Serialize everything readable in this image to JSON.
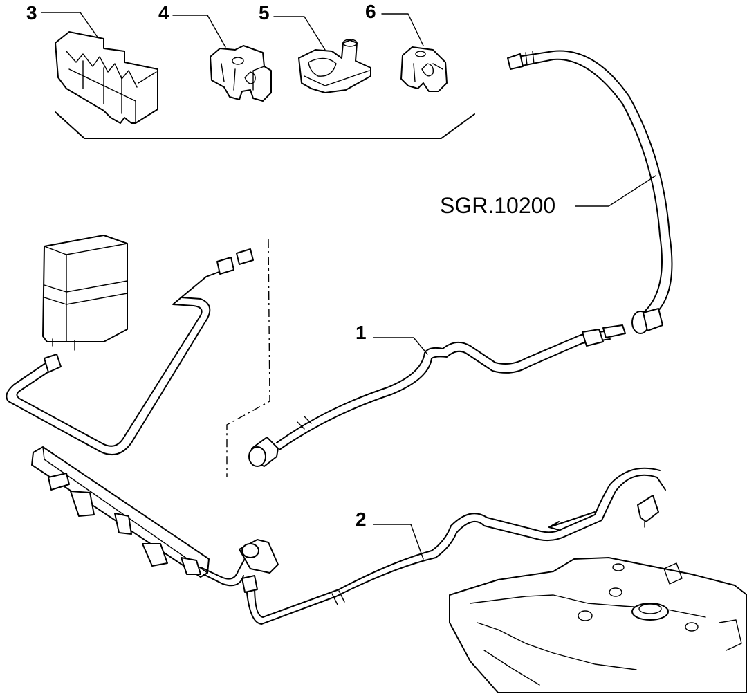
{
  "callouts": {
    "c3": "3",
    "c4": "4",
    "c5": "5",
    "c6": "6",
    "c1": "1",
    "c2": "2"
  },
  "reference": {
    "label": "SGR.10200"
  },
  "icons": [
    "fuel-tank",
    "evap-canister",
    "fuel-rail",
    "pressure-regulator",
    "quick-connector",
    "pipe-clip",
    "flow-arrow"
  ]
}
